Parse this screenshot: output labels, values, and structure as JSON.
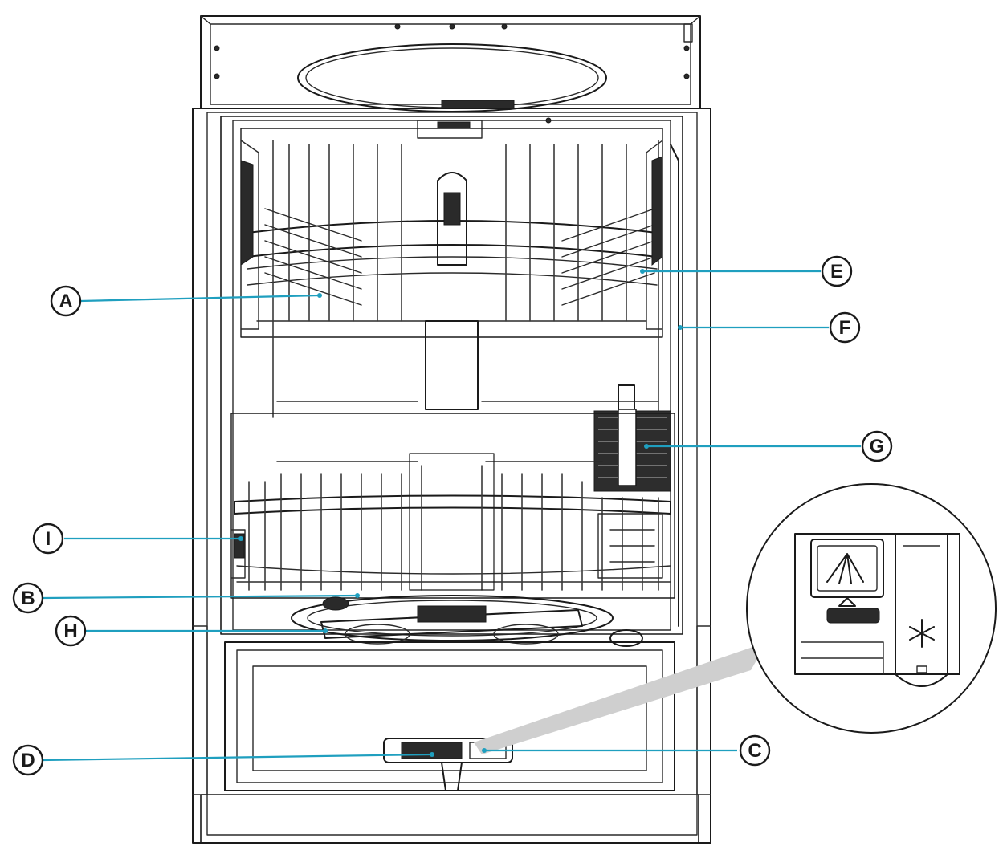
{
  "callouts": [
    {
      "id": "A",
      "label": "A"
    },
    {
      "id": "B",
      "label": "B"
    },
    {
      "id": "C",
      "label": "C"
    },
    {
      "id": "D",
      "label": "D"
    },
    {
      "id": "E",
      "label": "E"
    },
    {
      "id": "F",
      "label": "F"
    },
    {
      "id": "G",
      "label": "G"
    },
    {
      "id": "H",
      "label": "H"
    },
    {
      "id": "I",
      "label": "I"
    }
  ],
  "colors": {
    "leader": "#1f9fbf",
    "outline": "#1a1a1a",
    "zoom_cone": "#cfcfcf"
  },
  "icons": [
    "rinse-aid-icon",
    "detergent-spray-icon",
    "snowflake-icon"
  ]
}
